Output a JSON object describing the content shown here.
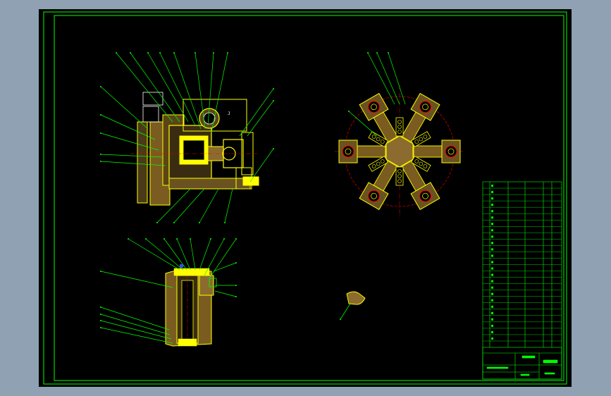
{
  "colors": {
    "background_outer": "#8fa1b3",
    "sheet": "#000000",
    "border": "#00ff00",
    "leader": "#00ff00",
    "part": "#ffff00",
    "part_dark": "#8b6b2e",
    "hatch": "#7a5c20",
    "centerline": "#ff0000",
    "dim_text": "#ffffff",
    "title_block": "#00ff00"
  },
  "views": [
    {
      "id": "front-section",
      "type": "assembly-section"
    },
    {
      "id": "top-view",
      "type": "radial-chuck-plan"
    },
    {
      "id": "lower-section",
      "type": "jaw-section"
    },
    {
      "id": "detail",
      "type": "small-part-detail"
    }
  ],
  "title_block": {
    "rows": 26,
    "cols": 6
  }
}
